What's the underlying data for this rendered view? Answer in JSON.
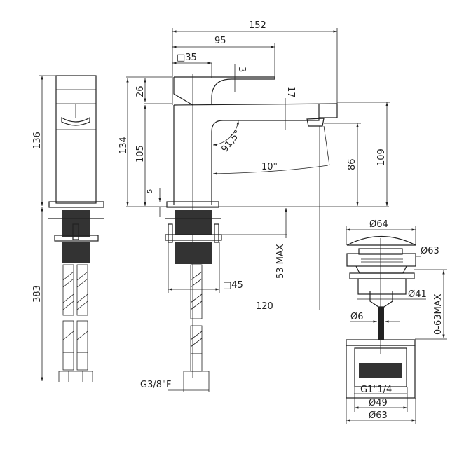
{
  "dimensions": {
    "overall_length": "152",
    "lever_length": "95",
    "square_35": "□35",
    "lever_thickness": "3",
    "lever_height": "26",
    "spout_thickness": "17",
    "total_height": "134",
    "body_height": "105",
    "spout_angle": "91,5°",
    "lever_angle": "10°",
    "outlet_height": "86",
    "spout_top_height": "109",
    "base_thickness": "5",
    "side_height": "136",
    "hose_length": "383",
    "max_counter_thickness": "53 MAX",
    "square_45": "□45",
    "reach": "120",
    "hose_connection": "G3/8\"F"
  },
  "waste": {
    "cap_diameter": "Ø64",
    "thread_diameter": "Ø63",
    "body_diameter": "Ø41",
    "rod_diameter": "Ø6",
    "range": "0-63MAX",
    "connection": "G1\"1/4",
    "inner_diameter": "Ø49",
    "outer_diameter": "Ø63"
  }
}
